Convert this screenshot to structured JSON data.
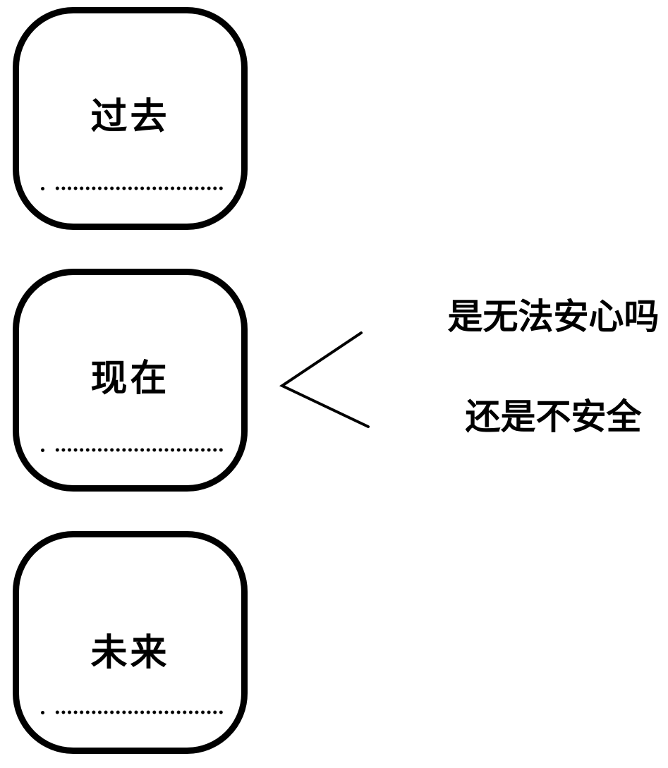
{
  "diagram": {
    "background_color": "#ffffff",
    "line_color": "#000000",
    "boxes": [
      {
        "label": "过去",
        "placeholder": "dotted-fill-in-line"
      },
      {
        "label": "现在",
        "placeholder": "dotted-fill-in-line"
      },
      {
        "label": "未来",
        "placeholder": "dotted-fill-in-line"
      }
    ],
    "annotation": {
      "line1": "是无法安心吗",
      "line2": "还是不安全"
    },
    "icons": {
      "chevron": "angle-bracket-pointing-left"
    }
  }
}
